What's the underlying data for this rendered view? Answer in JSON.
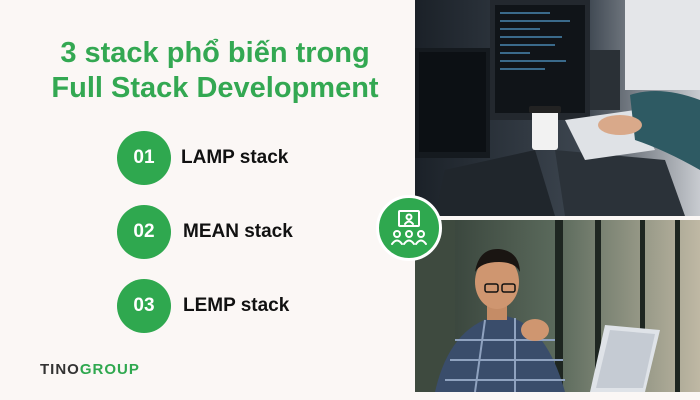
{
  "heading": {
    "line1": "3 stack phổ biến trong",
    "line2": "Full Stack Development"
  },
  "stacks": [
    {
      "number": "01",
      "label": "LAMP stack"
    },
    {
      "number": "02",
      "label": "MEAN stack"
    },
    {
      "number": "03",
      "label": "LEMP stack"
    }
  ],
  "logo": {
    "part1": "TINO",
    "part2": "GROUP"
  },
  "images": {
    "top": "developer-typing-at-desk-photo",
    "bottom": "man-at-laptop-photo",
    "badge_icon": "team-presentation-icon"
  },
  "colors": {
    "accent": "#2fa84f",
    "title": "#33a852",
    "background": "#fbf7f5"
  }
}
